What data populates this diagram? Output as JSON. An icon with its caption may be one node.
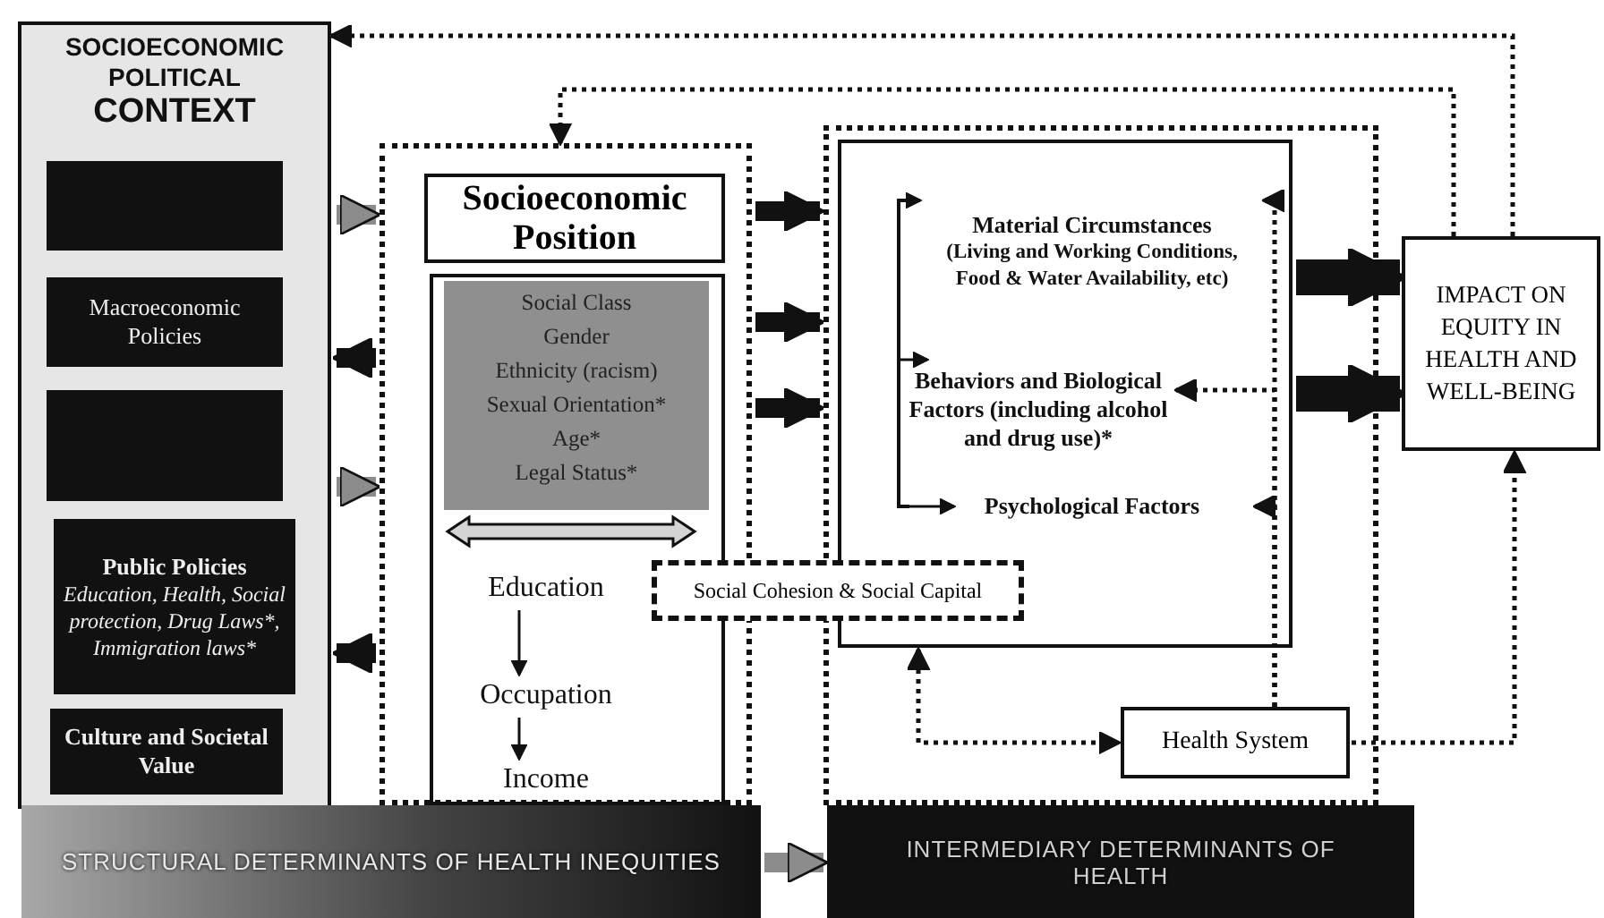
{
  "diagram": {
    "nodes": [
      {
        "text": [
          "SOCIOECONOMIC POLITICAL",
          "CONTEXT"
        ]
      },
      {
        "text": [],
        "shape": "box",
        "in": 0
      },
      {
        "text": [
          "Macroeconomic Policies"
        ],
        "in": 0
      },
      {
        "text": [],
        "shape": "box",
        "in": 0
      },
      {
        "text": [
          "Public Policies",
          "Education, Health, Social protection, Drug Laws*, Immigration laws*"
        ],
        "in": 0
      },
      {
        "text": [
          "Culture and Societal Value"
        ],
        "in": 0
      },
      {
        "text": [],
        "shape": "box"
      },
      {
        "text": [
          "Socioeconomic Position"
        ],
        "in": 6
      },
      {
        "text": [],
        "shape": "box",
        "in": 6
      },
      {
        "text": [
          "Social Class",
          "Gender",
          "Ethnicity (racism)",
          "Sexual Orientation*",
          "Age*",
          "Legal Status*"
        ],
        "in": 8
      },
      {
        "text": [
          "Education"
        ],
        "in": 8
      },
      {
        "text": [
          "Occupation"
        ],
        "in": 8
      },
      {
        "text": [
          "Income"
        ],
        "in": 8
      },
      {
        "text": [
          "Social Cohesion & Social Capital"
        ]
      },
      {
        "text": [],
        "shape": "box"
      },
      {
        "text": [],
        "shape": "box",
        "in": 14
      },
      {
        "text": [
          "Material Circumstances",
          "(Living and Working Conditions, Food & Water Availability, etc)"
        ],
        "in": 15
      },
      {
        "text": [
          "Behaviors and Biological Factors (including alcohol and drug use)*"
        ],
        "in": 15
      },
      {
        "text": [
          "Psychological Factors"
        ],
        "in": 15
      },
      {
        "text": [
          "Health System"
        ],
        "in": 14
      },
      {
        "text": [
          "IMPACT ON EQUITY IN HEALTH AND WELL-BEING"
        ]
      },
      {
        "text": [
          "STRUCTURAL DETERMINANTS OF HEALTH INEQUITIES"
        ]
      },
      {
        "text": [
          "INTERMEDIARY DETERMINANTS OF HEALTH"
        ]
      }
    ],
    "edges": [
      {
        "from": 20,
        "to": 0,
        "arrow": "to",
        "style": "dashed"
      },
      {
        "from": 20,
        "to": 6,
        "arrow": "to",
        "style": "dashed"
      },
      {
        "from": 0,
        "to": 6,
        "arrow": "to",
        "style": "thick",
        "color": "#8c8c8c"
      },
      {
        "from": 6,
        "to": 0,
        "arrow": "to",
        "style": "thick"
      },
      {
        "from": 0,
        "to": 6,
        "arrow": "to",
        "style": "thick",
        "color": "#8c8c8c"
      },
      {
        "from": 6,
        "to": 0,
        "arrow": "to",
        "style": "thick"
      },
      {
        "from": 6,
        "to": 14,
        "arrow": "to",
        "style": "thick"
      },
      {
        "from": 6,
        "to": 14,
        "arrow": "to",
        "style": "thick"
      },
      {
        "from": 6,
        "to": 14,
        "arrow": "to",
        "style": "thick"
      },
      {
        "from": 15,
        "to": 20,
        "arrow": "to",
        "style": "thick"
      },
      {
        "from": 15,
        "to": 20,
        "arrow": "to",
        "style": "thick"
      },
      {
        "from": null,
        "to": 16,
        "arrow": "to"
      },
      {
        "from": null,
        "to": 17,
        "arrow": "to"
      },
      {
        "from": null,
        "to": 18,
        "arrow": "to"
      },
      {
        "from": 19,
        "to": 16,
        "arrow": "to",
        "style": "dashed"
      },
      {
        "from": 19,
        "to": 17,
        "arrow": "to",
        "style": "dashed"
      },
      {
        "from": 19,
        "to": 18,
        "arrow": "to",
        "style": "dashed"
      },
      {
        "from": 15,
        "to": 19,
        "arrow": "both",
        "style": "dashed"
      },
      {
        "from": 19,
        "to": 20,
        "arrow": "to",
        "style": "dashed"
      },
      {
        "from": 10,
        "to": 11,
        "arrow": "to"
      },
      {
        "from": 11,
        "to": 12,
        "arrow": "to"
      },
      {
        "from": 21,
        "to": 22,
        "arrow": "to",
        "style": "thick",
        "color": "#8c8c8c"
      }
    ]
  }
}
